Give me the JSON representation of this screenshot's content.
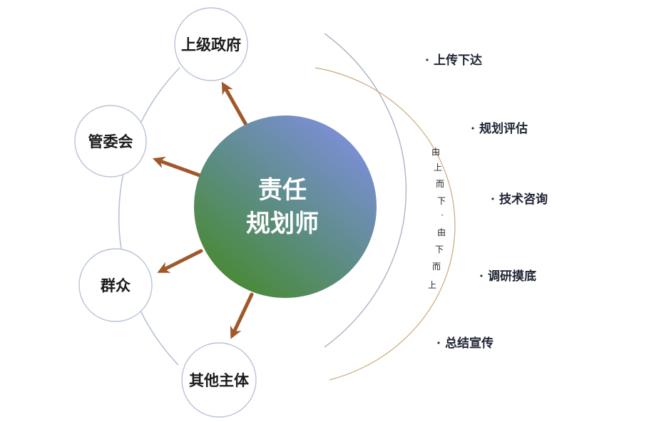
{
  "diagram": {
    "center": {
      "line1": "责任",
      "line2": "规划师"
    },
    "stakeholders": [
      {
        "id": "gov",
        "label": "上级政府"
      },
      {
        "id": "committee",
        "label": "管委会"
      },
      {
        "id": "public",
        "label": "群众"
      },
      {
        "id": "others",
        "label": "其他主体"
      }
    ],
    "flow_text": [
      "由",
      "上",
      "而",
      "下",
      "·",
      "由",
      "下",
      "而",
      "上"
    ],
    "tasks": [
      {
        "bullet": "·",
        "label": "上传下达"
      },
      {
        "bullet": "·",
        "label": "规划评估"
      },
      {
        "bullet": "·",
        "label": "技术咨询"
      },
      {
        "bullet": "·",
        "label": "调研摸底"
      },
      {
        "bullet": "·",
        "label": "总结宣传"
      }
    ],
    "colors": {
      "center_gradient_top_right": "#7c8fd6",
      "center_gradient_bottom_left": "#4a8a3a",
      "arrow": "#a0582a",
      "node_stroke": "#b7c2d8",
      "outer_arc": "#aab4c8",
      "inner_arc": "#c9a97a"
    }
  }
}
